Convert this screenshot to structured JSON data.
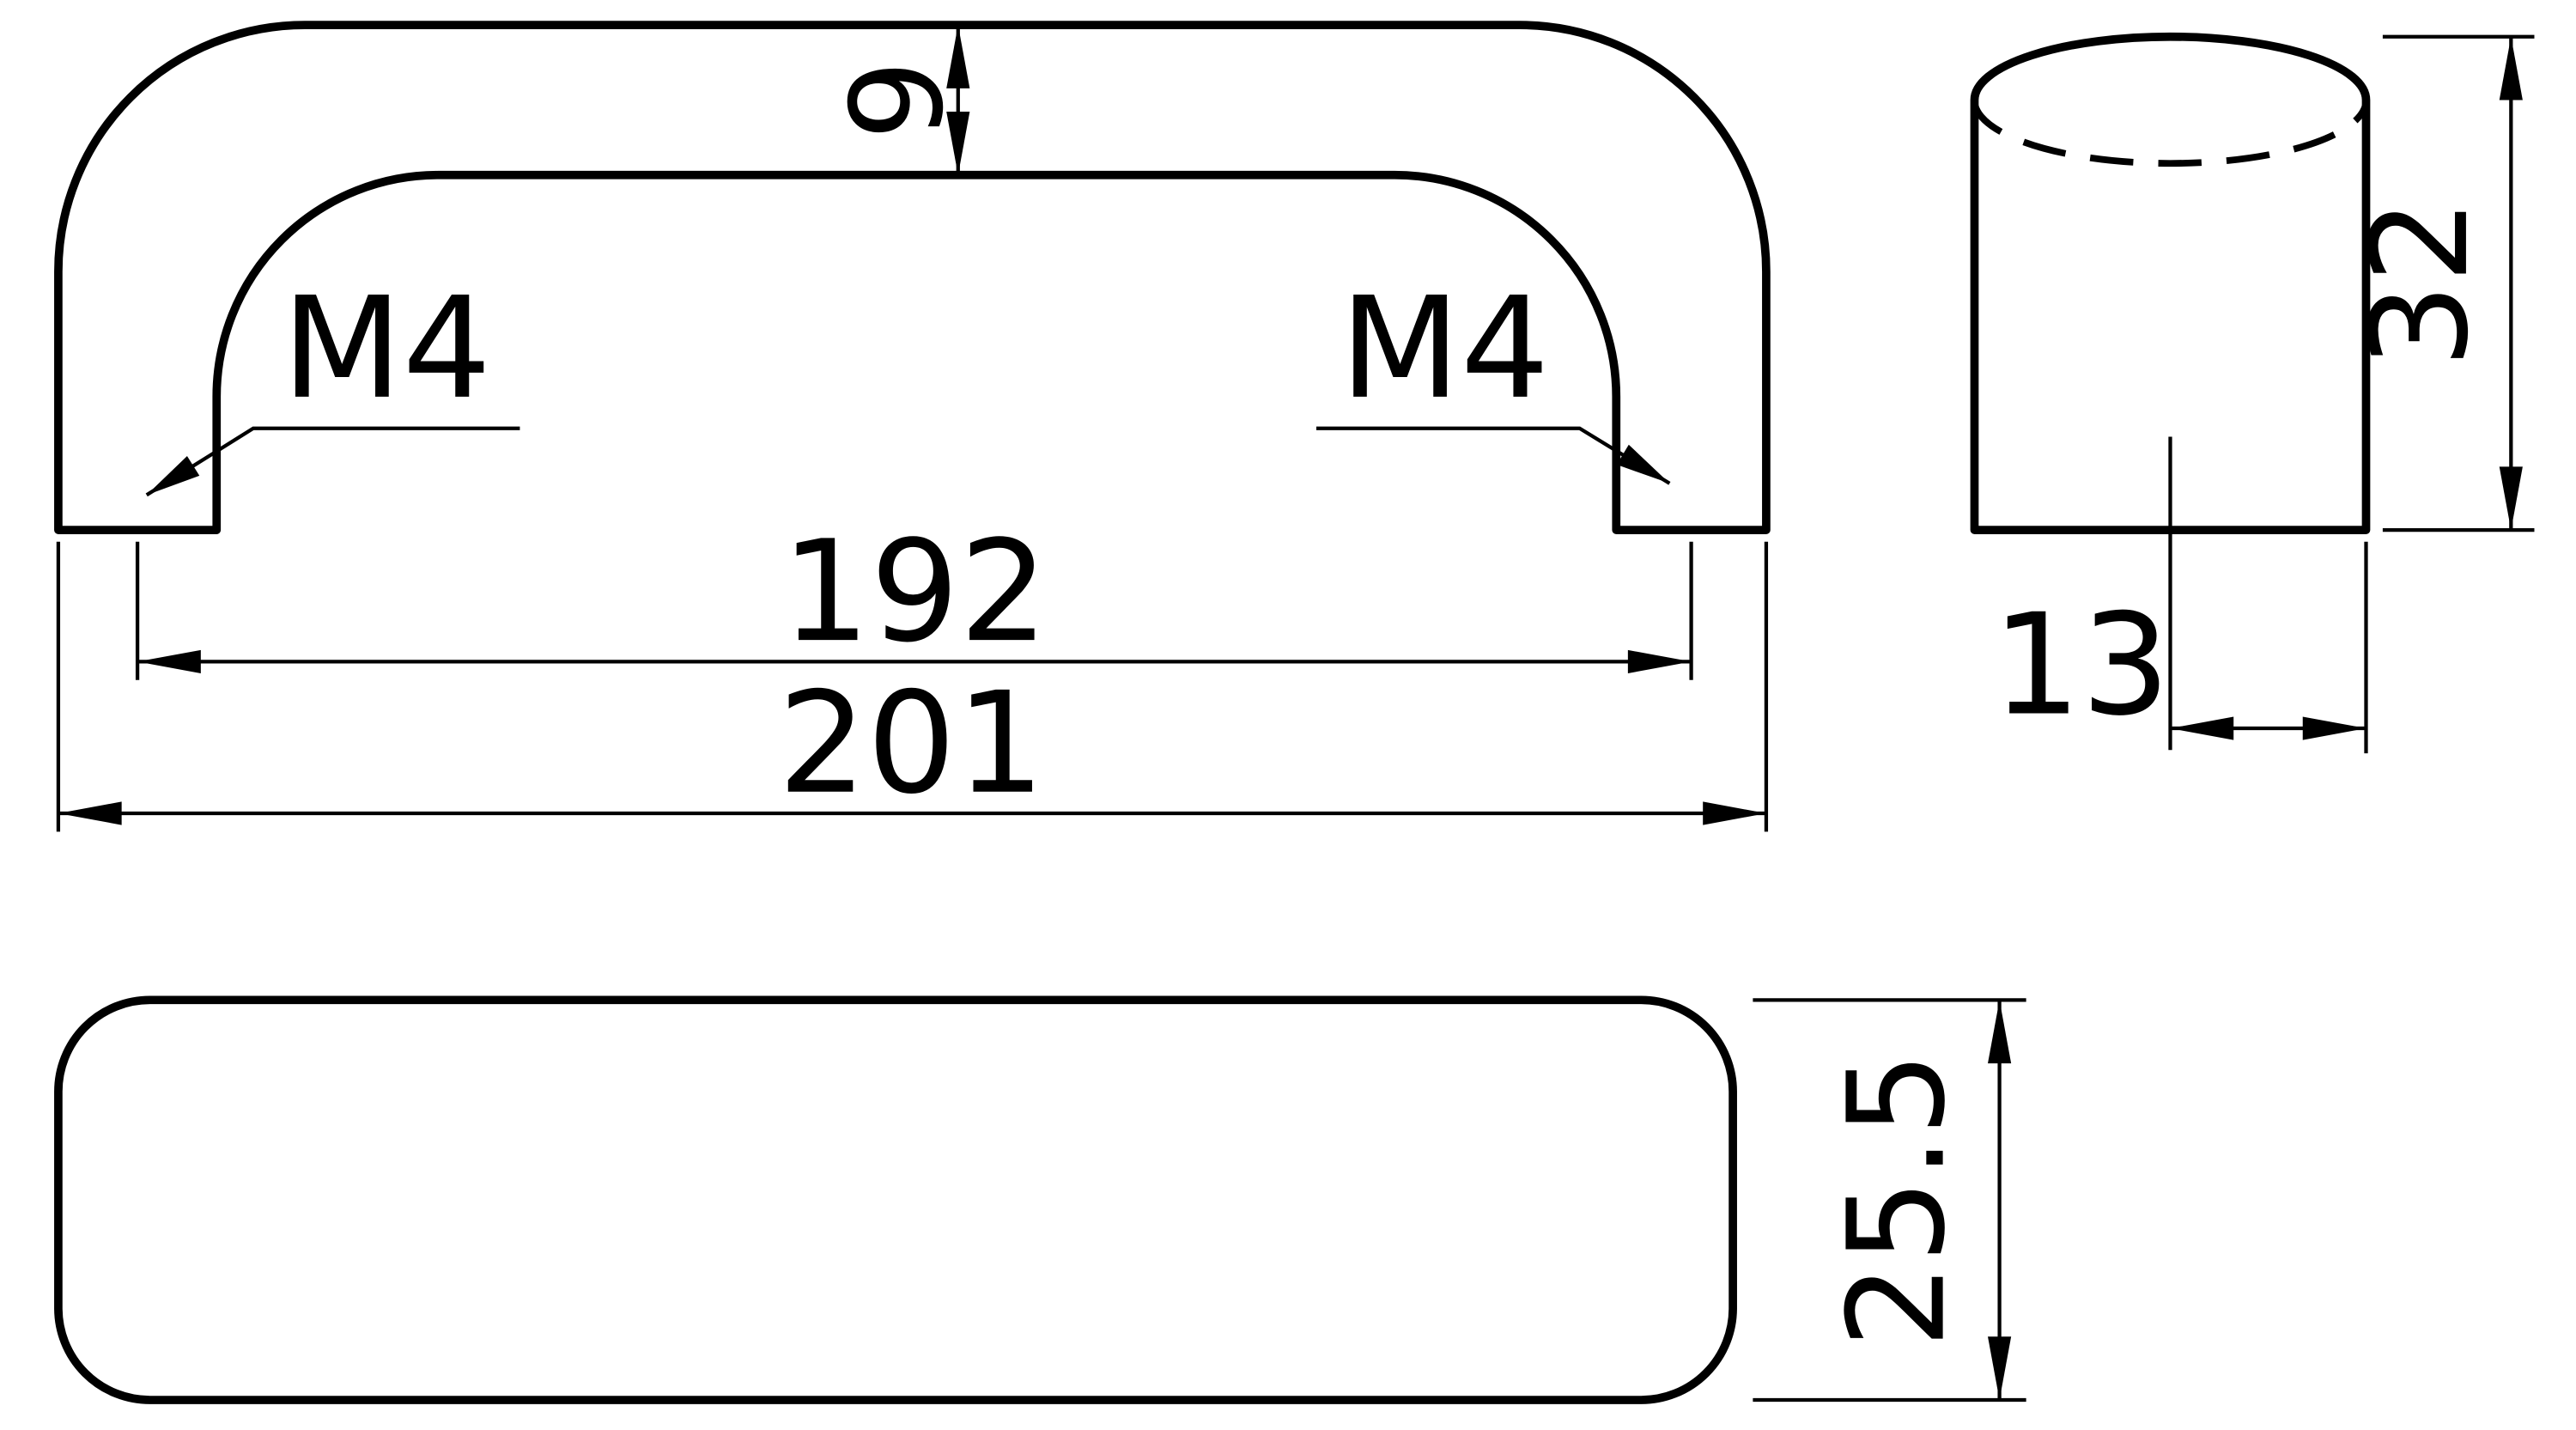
{
  "colors": {
    "line": "#000000",
    "background": "#ffffff"
  },
  "front_view": {
    "bar_thickness": "9",
    "thread_left": "M4",
    "thread_right": "M4",
    "hole_spacing": "192",
    "overall_length": "201"
  },
  "side_view": {
    "height": "32",
    "width": "13"
  },
  "bottom_view": {
    "depth": "25.5"
  }
}
